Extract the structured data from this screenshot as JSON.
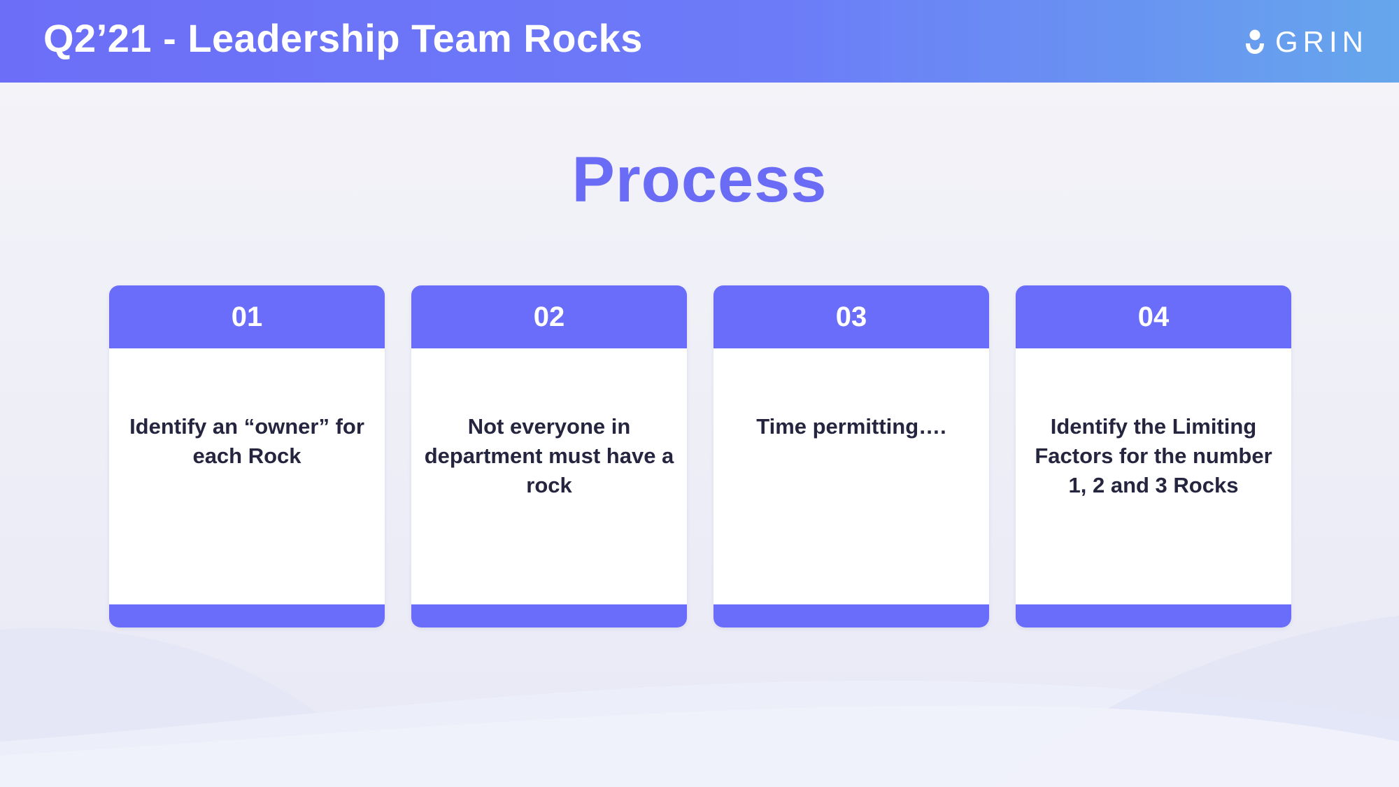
{
  "header": {
    "title": "Q2’21 - Leadership Team Rocks",
    "logo_text": "GRIN",
    "logo_icon": "person-icon"
  },
  "main": {
    "title": "Process",
    "cards": [
      {
        "number": "01",
        "text": "Identify an “owner” for each Rock"
      },
      {
        "number": "02",
        "text": "Not everyone in department must have a rock"
      },
      {
        "number": "03",
        "text": "Time permitting…."
      },
      {
        "number": "04",
        "text": "Identify the Limiting Factors for the number 1, 2 and 3 Rocks"
      }
    ]
  },
  "colors": {
    "accent": "#6a6cfa",
    "header_start": "#6c6ef7",
    "header_end": "#66a6ec",
    "text_dark": "#25253f",
    "background": "#f2f2f7"
  }
}
